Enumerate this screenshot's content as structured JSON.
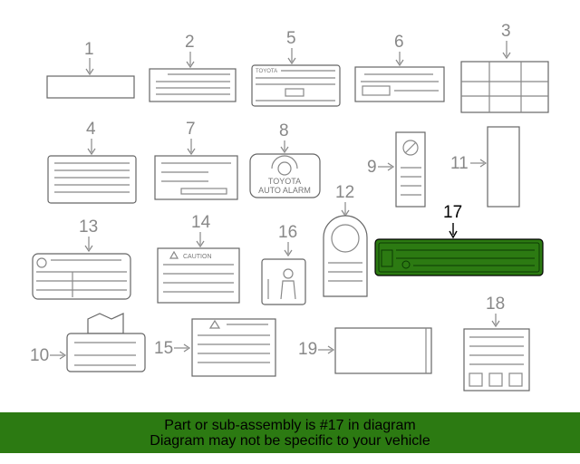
{
  "diagram": {
    "callouts": {
      "c1": "1",
      "c2": "2",
      "c3": "3",
      "c4": "4",
      "c5": "5",
      "c6": "6",
      "c7": "7",
      "c8": "8",
      "c9": "9",
      "c10": "10",
      "c11": "11",
      "c12": "12",
      "c13": "13",
      "c14": "14",
      "c15": "15",
      "c16": "16",
      "c17": "17",
      "c18": "18",
      "c19": "19"
    },
    "label_texts": {
      "toyota": "TOYOTA",
      "alarm_line1": "TOYOTA",
      "alarm_line2": "AUTO ALARM",
      "caution": "CAUTION"
    },
    "highlight_color": "#2c7a12"
  },
  "banner": {
    "line1": "Part or sub-assembly is #17 in diagram",
    "line2": "Diagram may not be specific to your vehicle"
  }
}
